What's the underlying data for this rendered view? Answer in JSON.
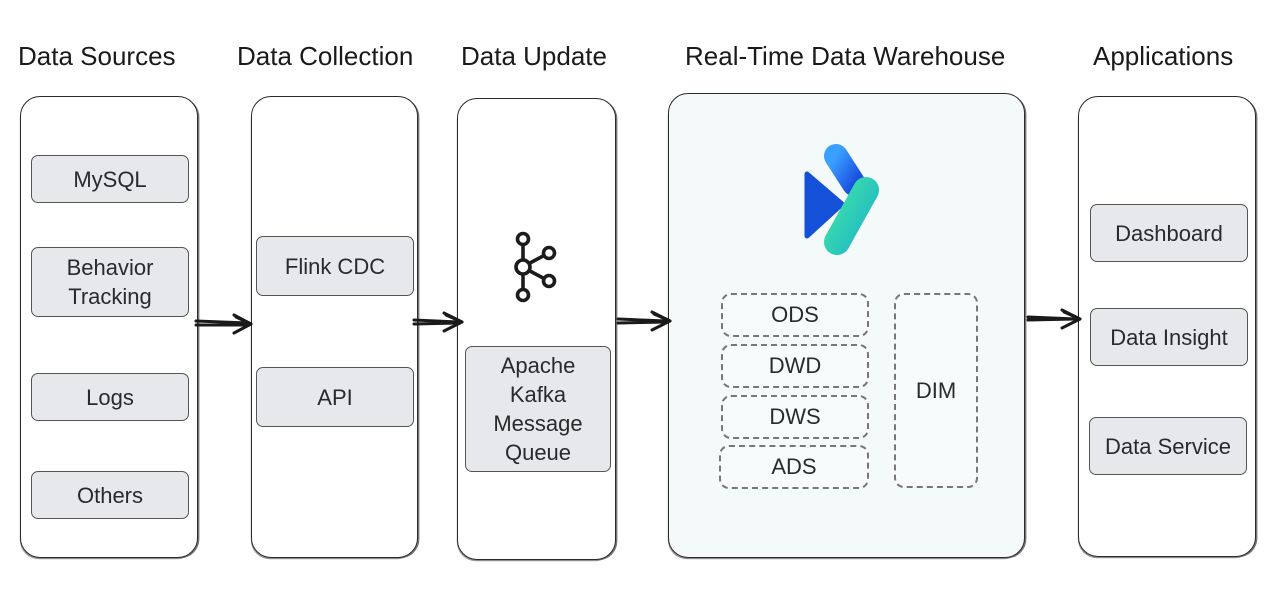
{
  "headings": {
    "data_sources": "Data Sources",
    "data_collection": "Data Collection",
    "data_update": "Data Update",
    "real_time_dw": "Real-Time Data Warehouse",
    "applications": "Applications"
  },
  "sources": [
    "MySQL",
    "Behavior Tracking",
    "Logs",
    "Others"
  ],
  "collection": [
    "Flink CDC",
    "API"
  ],
  "update": {
    "queue_label": "Apache Kafka Message Queue"
  },
  "warehouse": {
    "layers": [
      "ODS",
      "DWD",
      "DWS",
      "ADS"
    ],
    "dim_label": "DIM"
  },
  "applications": [
    "Dashboard",
    "Data Insight",
    "Data Service"
  ],
  "icons": {
    "update": "kafka-icon",
    "warehouse": "warehouse-logo-icon"
  },
  "colors": {
    "card_fill": "#e7e8ec",
    "warehouse_fill": "#f4f9fa",
    "logo_blue": "#1f6df0",
    "logo_green": "#2fd3a8"
  }
}
